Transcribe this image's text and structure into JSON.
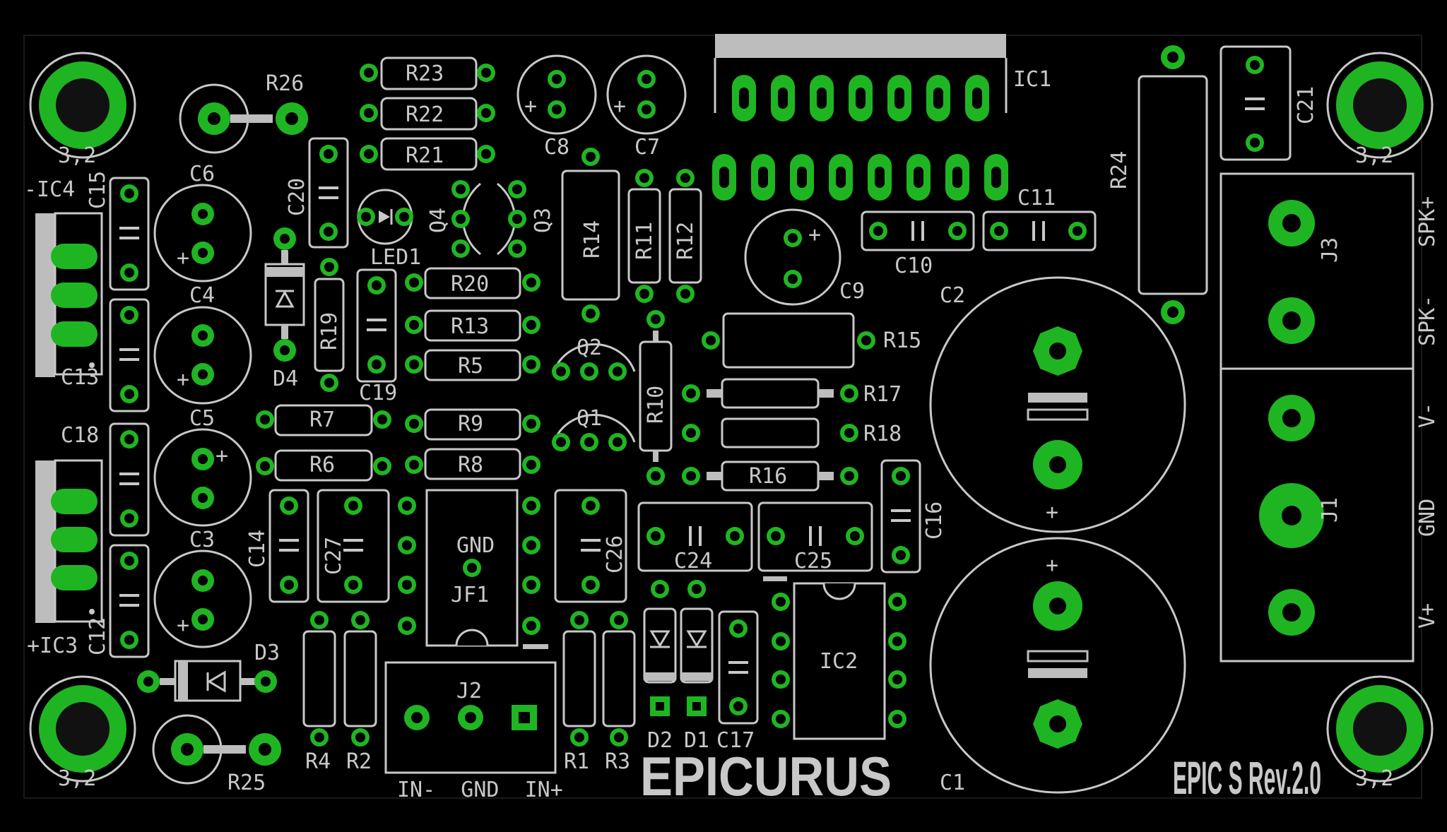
{
  "board": {
    "product_name": "EPICURUS",
    "revision": "EPIC S Rev.2.0",
    "silk_color": "#c8c8c8",
    "pad_color": "#1fb522",
    "pad_light": "#3fe63f",
    "background": "#000000",
    "hole_label": "3,2"
  },
  "labels": {
    "IC1": "IC1",
    "IC2": "IC2",
    "IC3": "+IC3",
    "IC4": "-IC4",
    "C1": "C1",
    "C2": "C2",
    "C3": "C3",
    "C4": "C4",
    "C5": "C5",
    "C6": "C6",
    "C7": "C7",
    "C8": "C8",
    "C9": "C9",
    "C10": "C10",
    "C11": "C11",
    "C12": "C12",
    "C13": "C13",
    "C14": "C14",
    "C15": "C15",
    "C16": "C16",
    "C17": "C17",
    "C18": "C18",
    "C19": "C19",
    "C20": "C20",
    "C21": "C21",
    "C24": "C24",
    "C25": "C25",
    "C26": "C26",
    "C27": "C27",
    "R2": "R2",
    "R3": "R3",
    "R4": "R4",
    "R5": "R5",
    "R6": "R6",
    "R7": "R7",
    "R8": "R8",
    "R9": "R9",
    "R10": "R10",
    "R11": "R11",
    "R12": "R12",
    "R13": "R13",
    "R14": "R14",
    "R15": "R15",
    "R16": "R16",
    "R17": "R17",
    "R18": "R18",
    "R19": "R19",
    "R20": "R20",
    "R21": "R21",
    "R22": "R22",
    "R23": "R23",
    "R24": "R24",
    "R25": "R25",
    "R26": "R26",
    "R1": "R1",
    "Q1": "Q1",
    "Q2": "Q2",
    "Q3": "Q3",
    "Q4": "Q4",
    "D1": "D1",
    "D2": "D2",
    "D3": "D3",
    "D4": "D4",
    "LED1": "LED1",
    "JF1": "JF1",
    "GND": "GND",
    "J1": "J1",
    "J2": "J2",
    "J3": "J3",
    "J2_pins": "IN-  GND  IN+",
    "SPK_plus": "SPK+",
    "SPK_minus": "SPK-",
    "V_minus": "V-",
    "GND_side": "GND",
    "V_plus": "V+"
  }
}
